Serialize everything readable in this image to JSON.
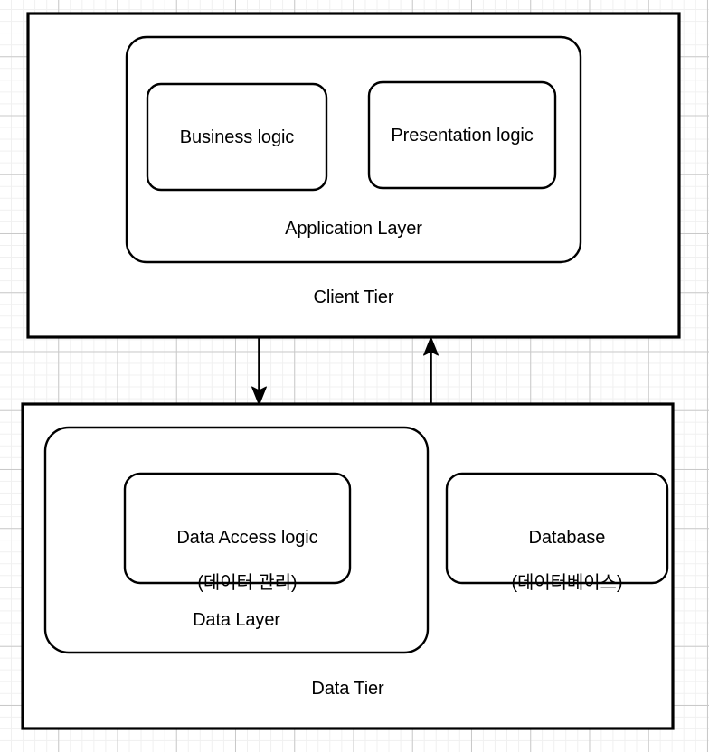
{
  "diagram": {
    "title": "Two-tier application architecture",
    "background": {
      "color": "#ffffff",
      "grid_minor_color": "#f0f0f0",
      "grid_major_color": "#c9c9c9"
    },
    "stroke_color": "#000000",
    "fill_color": "#ffffff"
  },
  "tiers": [
    {
      "id": "client-tier",
      "label": "Client Tier",
      "shape": "rectangle",
      "layers": [
        {
          "id": "application-layer",
          "label": "Application Layer",
          "shape": "rounded-rectangle",
          "components": [
            {
              "id": "business-logic",
              "label": "Business logic",
              "shape": "rounded-rectangle"
            },
            {
              "id": "presentation-logic",
              "label": "Presentation logic",
              "shape": "rounded-rectangle"
            }
          ]
        }
      ]
    },
    {
      "id": "data-tier",
      "label": "Data Tier",
      "shape": "rectangle",
      "layers": [
        {
          "id": "data-layer",
          "label": "Data Layer",
          "shape": "rounded-rectangle",
          "components": [
            {
              "id": "data-access-logic",
              "label_line1": "Data Access logic",
              "label_line2": "(데이터 관리)",
              "shape": "rounded-rectangle"
            }
          ]
        }
      ],
      "components": [
        {
          "id": "database",
          "label_line1": "Database",
          "label_line2": "(데이터베이스)",
          "shape": "rounded-rectangle"
        }
      ]
    }
  ],
  "connectors": [
    {
      "id": "client-to-data",
      "from": "client-tier",
      "to": "data-tier",
      "direction": "down",
      "arrowhead": "filled-triangle",
      "label": ""
    },
    {
      "id": "data-to-client",
      "from": "data-tier",
      "to": "client-tier",
      "direction": "up",
      "arrowhead": "filled-triangle",
      "label": ""
    }
  ]
}
